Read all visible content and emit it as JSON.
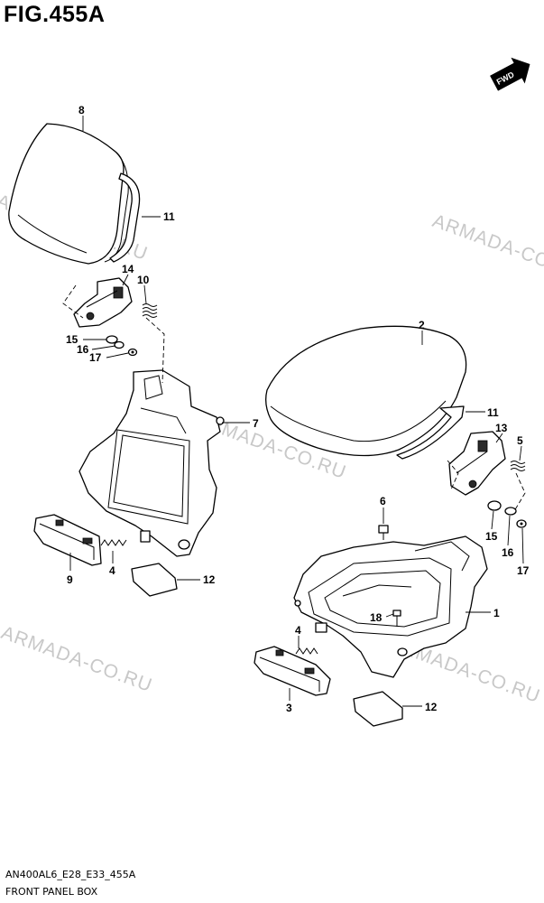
{
  "figure": {
    "title": "FIG.455A",
    "code": "AN400AL6_E28_E33_455A",
    "description": "FRONT PANEL BOX",
    "forward_badge": "FWD"
  },
  "watermark": "ARMADA-CO.RU",
  "callouts": [
    {
      "id": "8",
      "label": "8"
    },
    {
      "id": "11a",
      "label": "11"
    },
    {
      "id": "14",
      "label": "14"
    },
    {
      "id": "10",
      "label": "10"
    },
    {
      "id": "15a",
      "label": "15"
    },
    {
      "id": "16a",
      "label": "16"
    },
    {
      "id": "17a",
      "label": "17"
    },
    {
      "id": "7",
      "label": "7"
    },
    {
      "id": "9",
      "label": "9"
    },
    {
      "id": "4a",
      "label": "4"
    },
    {
      "id": "12a",
      "label": "12"
    },
    {
      "id": "2",
      "label": "2"
    },
    {
      "id": "11b",
      "label": "11"
    },
    {
      "id": "13",
      "label": "13"
    },
    {
      "id": "5",
      "label": "5"
    },
    {
      "id": "6",
      "label": "6"
    },
    {
      "id": "15b",
      "label": "15"
    },
    {
      "id": "16b",
      "label": "16"
    },
    {
      "id": "17b",
      "label": "17"
    },
    {
      "id": "1",
      "label": "1"
    },
    {
      "id": "18",
      "label": "18"
    },
    {
      "id": "4b",
      "label": "4"
    },
    {
      "id": "3",
      "label": "3"
    },
    {
      "id": "12b",
      "label": "12"
    }
  ]
}
